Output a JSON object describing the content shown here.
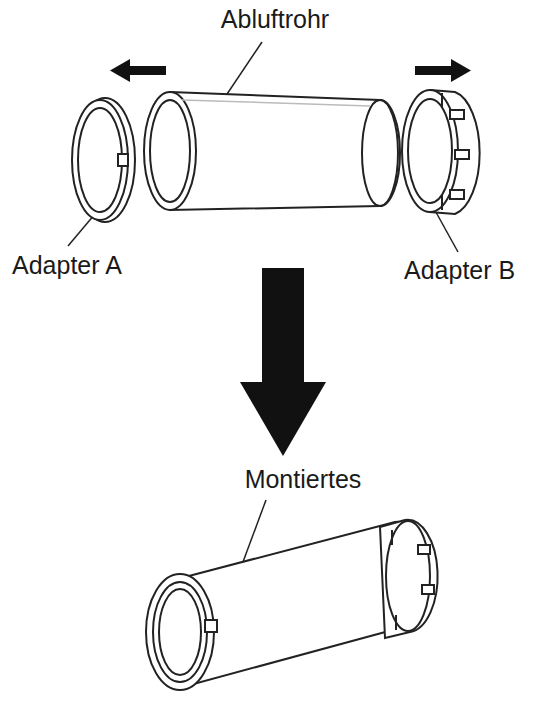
{
  "diagram": {
    "labels": [
      "Abluftrohr",
      "Adapter A",
      "Adapter B",
      "Montiertes"
    ]
  }
}
